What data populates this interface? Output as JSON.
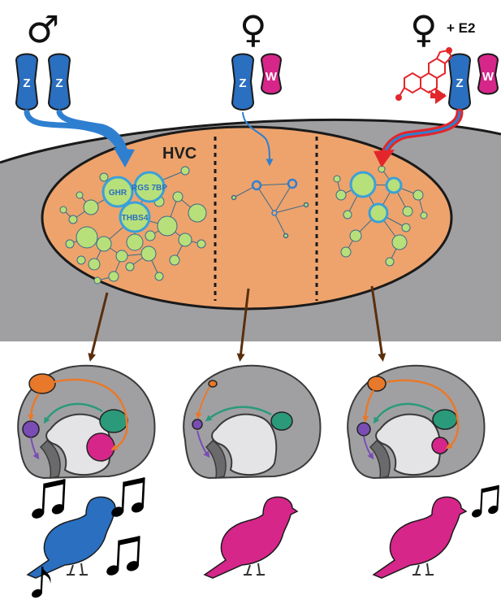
{
  "figure": {
    "hvc_label": "HVC",
    "panels": [
      {
        "id": "male",
        "sex_symbol": "♂",
        "treatment_label": "",
        "chromosomes": [
          "Z",
          "Z"
        ],
        "genes": [
          "GHR",
          "RGS 7BP",
          "THBS4"
        ],
        "bird_color": "#2a6fc0",
        "song_notes": 4
      },
      {
        "id": "female",
        "sex_symbol": "♀",
        "treatment_label": "",
        "chromosomes": [
          "Z",
          "W"
        ],
        "genes": [],
        "bird_color": "#d6268a",
        "song_notes": 0
      },
      {
        "id": "female-e2",
        "sex_symbol": "♀",
        "treatment_label": "+ E2",
        "chromosomes": [
          "Z",
          "W"
        ],
        "genes": [],
        "bird_color": "#d6268a",
        "song_notes": 1
      }
    ],
    "colors": {
      "z_chromosome": "#2a6fc0",
      "w_chromosome": "#d6268a",
      "hvc_fill": "#eea36c",
      "brain_region": "#a0a0a3",
      "node_fill": "#b8e07a",
      "node_stroke": "#3aa0d8",
      "arrow_blue": "#2f7fd0",
      "arrow_red": "#e3262b",
      "arrow_brown": "#5a2e0c",
      "estradiol": "#e3262b",
      "path_orange": "#e8792a",
      "path_teal": "#2a9a7a",
      "path_purple": "#7a4db5"
    }
  }
}
